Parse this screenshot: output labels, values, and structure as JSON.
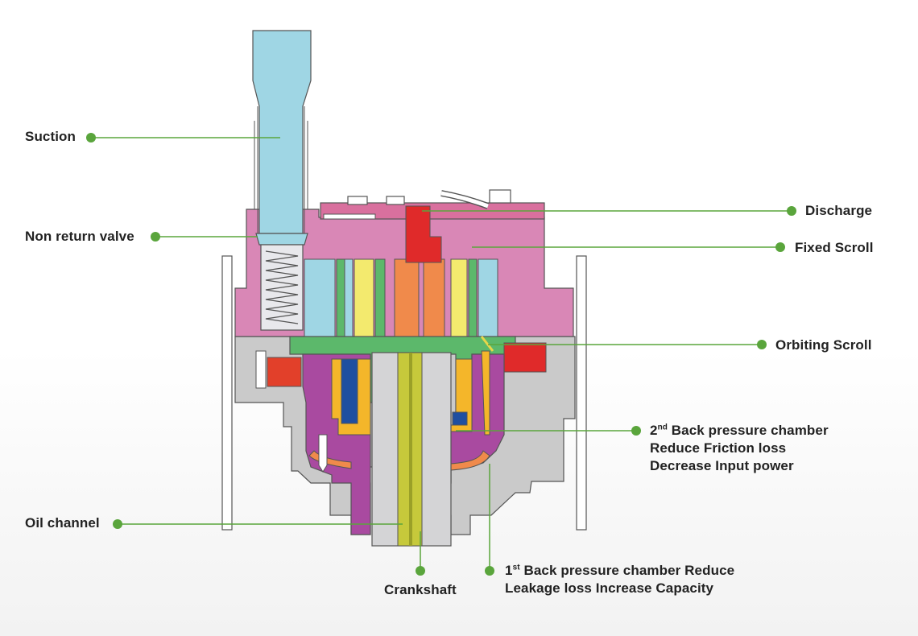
{
  "labels": {
    "suction": "Suction",
    "non_return_valve": "Non return valve",
    "discharge": "Discharge",
    "fixed_scroll": "Fixed Scroll",
    "orbiting_scroll": "Orbiting Scroll",
    "second_bp": {
      "num": "2",
      "sup": "nd",
      "line1_rest": " Back pressure chamber",
      "line2": "Reduce Friction loss",
      "line3": "Decrease Input power"
    },
    "oil_channel": "Oil channel",
    "crankshaft": "Crankshaft",
    "first_bp": {
      "num": "1",
      "sup": "st",
      "line1_rest": " Back pressure chamber Reduce",
      "line2": "Leakage loss Increase Capacity"
    }
  },
  "colors": {
    "leader": "#5aa53c",
    "suction_tube": "#9fd6e4",
    "fixed_scroll": "#d987b6",
    "discharge": "#e02a2a",
    "orbiting_scroll": "#5cb86b",
    "back_pressure": "#a94aa0",
    "gray_housing": "#c9c9c9",
    "oil": "#f0e55c",
    "crankshaft_core": "#c6c93b",
    "orange": "#f08a4b"
  }
}
